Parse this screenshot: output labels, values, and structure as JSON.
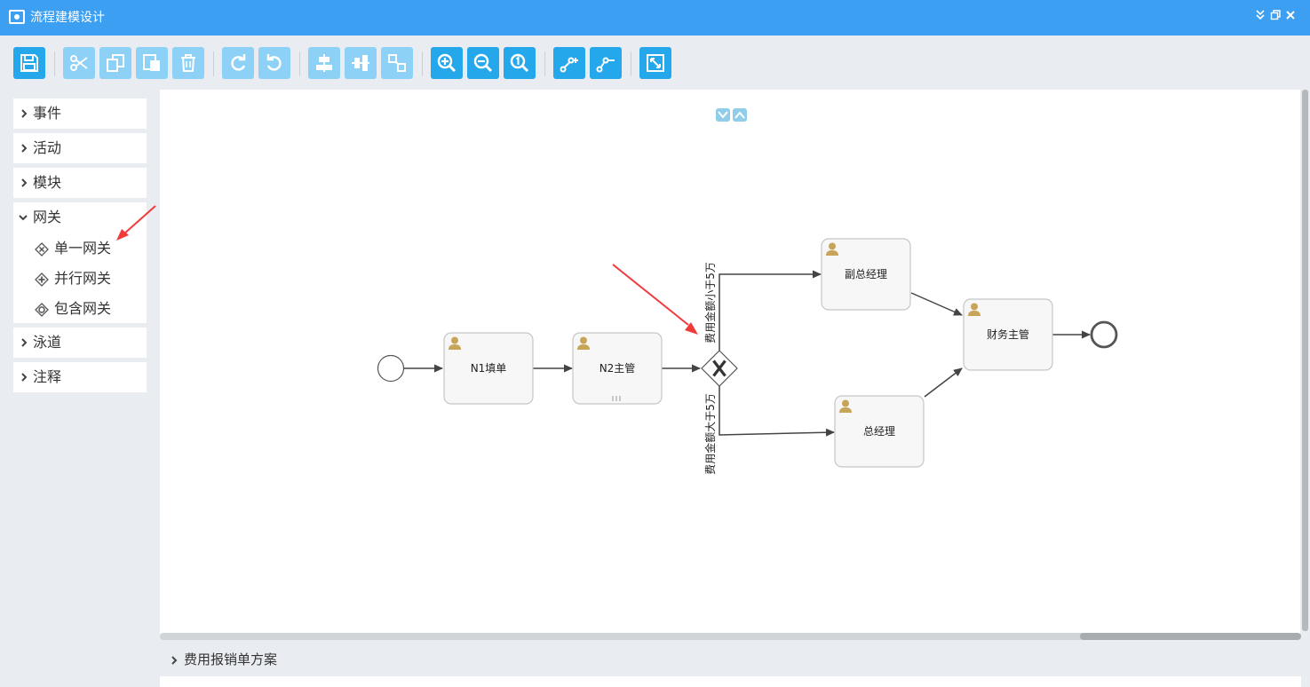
{
  "window": {
    "title": "流程建模设计",
    "controls": [
      "collapse-icon",
      "restore-icon",
      "close-icon"
    ]
  },
  "toolbar": {
    "buttons": [
      {
        "name": "save-button",
        "icon": "save-icon"
      },
      {
        "name": "cut-button",
        "icon": "scissors-icon"
      },
      {
        "name": "copy-button",
        "icon": "copy-icon"
      },
      {
        "name": "paste-button",
        "icon": "paste-icon"
      },
      {
        "name": "delete-button",
        "icon": "trash-icon"
      },
      {
        "name": "redo-button",
        "icon": "redo-icon"
      },
      {
        "name": "undo-button",
        "icon": "undo-icon"
      },
      {
        "name": "align-horizontal-button",
        "icon": "align-horizontal-icon"
      },
      {
        "name": "align-vertical-button",
        "icon": "align-vertical-icon"
      },
      {
        "name": "align-size-button",
        "icon": "resize-icon"
      },
      {
        "name": "zoom-in-button",
        "icon": "zoom-in-icon"
      },
      {
        "name": "zoom-out-button",
        "icon": "zoom-out-icon"
      },
      {
        "name": "zoom-actual-button",
        "icon": "zoom-reset-icon"
      },
      {
        "name": "add-docker-button",
        "icon": "add-bend-icon"
      },
      {
        "name": "remove-docker-button",
        "icon": "remove-bend-icon"
      },
      {
        "name": "fit-screen-button",
        "icon": "fit-icon"
      }
    ],
    "accent": "#25a7ec",
    "disabled_color": "#8dd1f6"
  },
  "palette": {
    "categories": [
      {
        "label": "事件",
        "expanded": false
      },
      {
        "label": "活动",
        "expanded": false
      },
      {
        "label": "模块",
        "expanded": false
      },
      {
        "label": "网关",
        "expanded": true
      },
      {
        "label": "泳道",
        "expanded": false
      },
      {
        "label": "注释",
        "expanded": false
      }
    ],
    "gateway_items": [
      {
        "label": "单一网关",
        "icon": "exclusive-gateway-icon"
      },
      {
        "label": "并行网关",
        "icon": "parallel-gateway-icon"
      },
      {
        "label": "包含网关",
        "icon": "inclusive-gateway-icon"
      }
    ]
  },
  "diagram": {
    "tasks": {
      "n1": "N1填单",
      "n2": "N2主管",
      "deputy": "副总经理",
      "gm": "总经理",
      "finance": "财务主管"
    },
    "conditions": {
      "upper": "费用金额小于5万",
      "lower": "费用金额大于5万"
    }
  },
  "footer": {
    "label": "费用报销单方案"
  }
}
